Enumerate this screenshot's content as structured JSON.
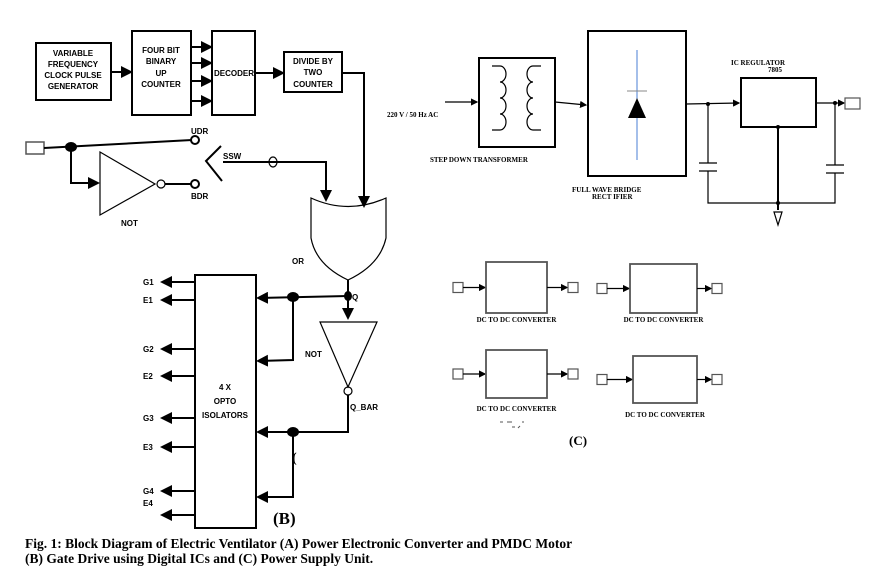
{
  "part_b": {
    "clock_gen": [
      "VARIABLE",
      "FREQUENCY",
      "CLOCK PULSE",
      "GENERATOR"
    ],
    "counter": [
      "FOUR BIT",
      "BINARY",
      "UP",
      "COUNTER"
    ],
    "decoder": "DECODER",
    "divider": [
      "DIVIDE BY",
      "TWO",
      "COUNTER"
    ],
    "udr": "UDR",
    "bdr": "BDR",
    "not1": "NOT",
    "ssw": "SSW",
    "or": "OR",
    "q": "Q",
    "not2": "NOT",
    "q_bar": "Q_BAR",
    "opto": [
      "4 X",
      "OPTO",
      "ISOLATORS"
    ],
    "outputs": [
      "G1",
      "E1",
      "G2",
      "E2",
      "G3",
      "E3",
      "G4",
      "E4"
    ],
    "stray": "(",
    "label": "(B)"
  },
  "part_c": {
    "input": "220 V / 50 Hz AC",
    "transformer": "STEP DOWN TRANSFORMER",
    "rectifier": [
      "FULL WAVE BRIDGE",
      "RECT  IFIER"
    ],
    "regulator": [
      "IC REGULATOR",
      "7805"
    ],
    "converters": [
      "DC TO DC CONVERTER",
      "DC TO DC CONVERTER",
      "DC TO DC CONVERTER",
      "DC TO DC CONVERTER"
    ],
    "label": "(C)"
  },
  "caption": {
    "line1": "Fig. 1:  Block Diagram of Electric Ventilator  (A) Power Electronic Converter and PMDC Motor",
    "line2": "(B) Gate Drive using Digital ICs and (C) Power Supply Unit."
  },
  "colors": {
    "diode_line": "#4a7fd4"
  }
}
